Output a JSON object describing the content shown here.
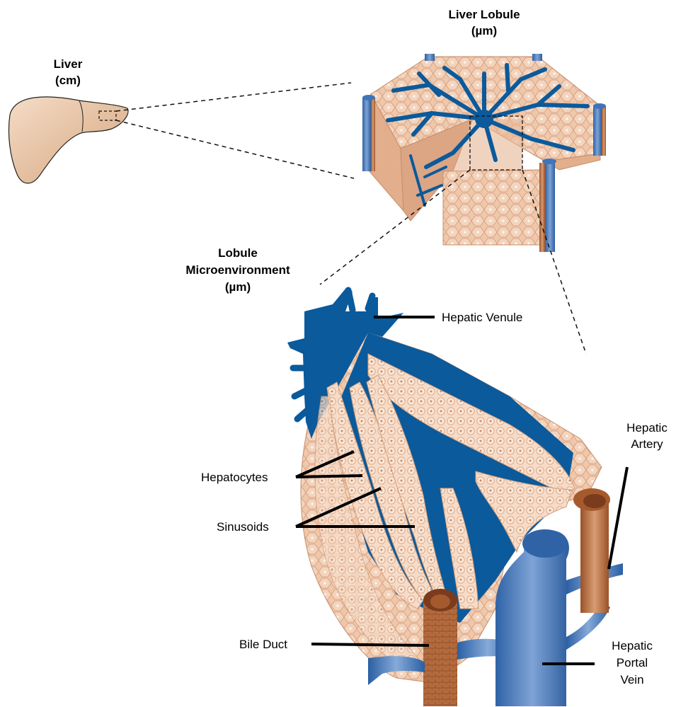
{
  "titles": {
    "liver": [
      "Liver",
      "(cm)"
    ],
    "lobule": [
      "Liver Lobule",
      "(µm)"
    ],
    "micro": [
      "Lobule",
      "Microenvironment",
      "(µm)"
    ]
  },
  "labels": {
    "hepatic_venule": "Hepatic Venule",
    "hepatic_artery": [
      "Hepatic",
      "Artery"
    ],
    "hepatocytes": "Hepatocytes",
    "sinusoids": "Sinusoids",
    "bile_duct": "Bile Duct",
    "portal_vein": [
      "Hepatic",
      "Portal",
      "Vein"
    ]
  },
  "colors": {
    "tissue": "#e7b99a",
    "tissue_light": "#f3d6c0",
    "cell_outline": "#d59b7a",
    "vessel_blue": "#0a5a9c",
    "vein_blue": "#3f75b8",
    "artery_brown": "#b66a3c",
    "duct_brown": "#a55a2e"
  }
}
